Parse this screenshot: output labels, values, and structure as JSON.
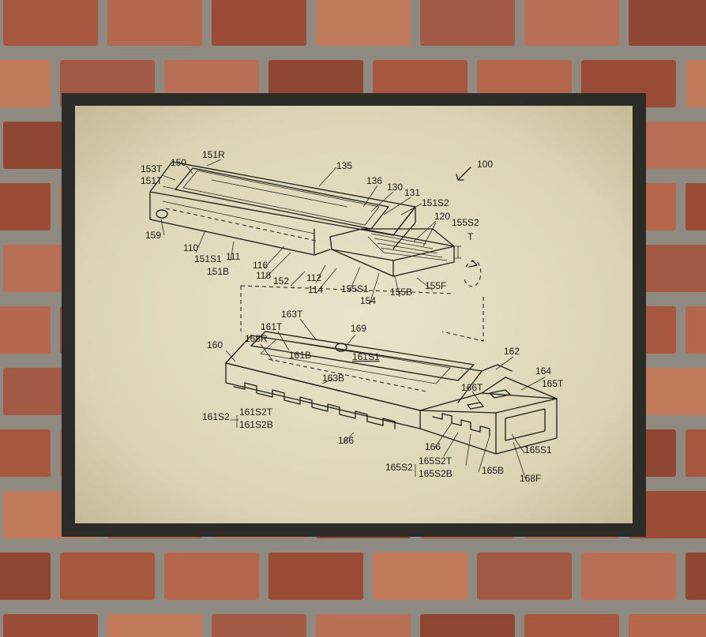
{
  "colors": {
    "wall_mortar": "#8e8a82",
    "brick": "#a8573f",
    "frame": "#2b2b28",
    "paper": "#e7dfc5",
    "ink": "#1b1a17"
  },
  "poster": {
    "labels": {
      "l100": "100",
      "l150": "150",
      "l151R": "151R",
      "l153T": "153T",
      "l151T": "151T",
      "l135": "135",
      "l136": "136",
      "l130": "130",
      "l131": "131",
      "l151S2": "151S2",
      "l120": "120",
      "l155S2": "155S2",
      "lT": "T",
      "l159": "159",
      "l110": "110",
      "l151S1": "151S1",
      "l111": "111",
      "l116": "116",
      "l118": "118",
      "l151B": "151B",
      "l152": "152",
      "l112": "112",
      "l114": "114",
      "l155S1": "155S1",
      "l154": "154",
      "l155B": "155B",
      "l155F": "155F",
      "l163T": "163T",
      "l161T": "161T",
      "l168R": "168R",
      "l169": "169",
      "l161B": "161B",
      "l161S1": "161S1",
      "l160": "160",
      "l163B": "163B",
      "l162": "162",
      "l164": "164",
      "l165T": "165T",
      "l166T": "166T",
      "l161S2": "161S2",
      "l161S2T": "161S2T",
      "l161S2B": "161S2B",
      "l166a": "166",
      "l166b": "166",
      "l165S2T": "165S2T",
      "l165S2B": "165S2B",
      "l165S2": "165S2",
      "l165B": "165B",
      "l165S1": "165S1",
      "l168F": "168F"
    }
  }
}
